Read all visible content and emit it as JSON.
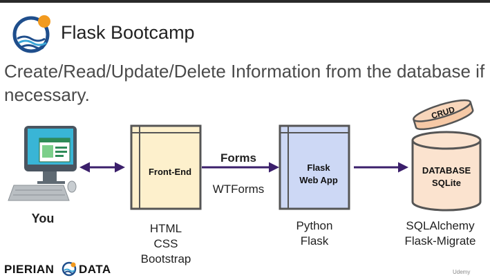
{
  "header": {
    "title": "Flask Bootcamp"
  },
  "subtitle": "Create/Read/Update/Delete Information from the database if necessary.",
  "diagram": {
    "you_label": "You",
    "frontend": {
      "box": "Front-End",
      "tech": [
        "HTML",
        "CSS",
        "Bootstrap"
      ]
    },
    "forms_label": "Forms",
    "wtforms_label": "WTForms",
    "flask": {
      "box_line1": "Flask",
      "box_line2": "Web App",
      "tech": [
        "Python",
        "Flask"
      ]
    },
    "database": {
      "box_line1": "DATABASE",
      "box_line2": "SQLite",
      "crud": "CRUD",
      "tech": [
        "SQLAlchemy",
        "Flask-Migrate"
      ]
    }
  },
  "footer": {
    "brand_left": "PIERIAN",
    "brand_right": "DATA",
    "watermark": "Udemy"
  },
  "colors": {
    "frontend_fill": "#fdf0cc",
    "flask_fill": "#cdd8f5",
    "db_fill": "#fbe3cf",
    "arrow": "#3b1f6b",
    "box_border": "#555555"
  }
}
